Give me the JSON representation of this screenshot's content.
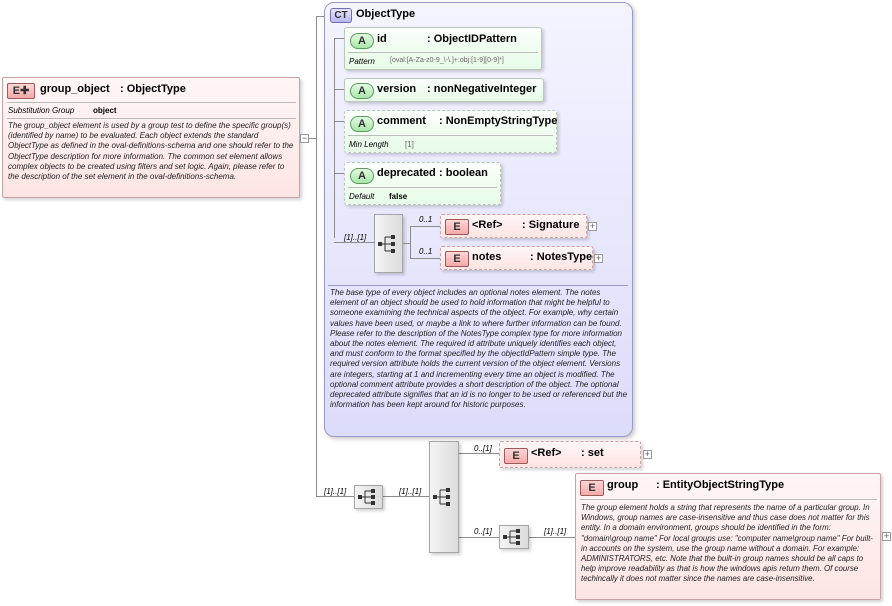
{
  "group_object": {
    "badge": "E",
    "name": "group_object",
    "type": ": ObjectType",
    "subst_key": "Substitution Group",
    "subst_val": "object",
    "doc": "The group_object element is used by a group test to define the specific group(s) (identified by name) to be evaluated. Each object extends the standard ObjectType as defined in the oval-definitions-schema and one should refer to the ObjectType description for more information. The common set element allows complex objects to be created using filters and set logic. Again, please refer to the description of the set element in the oval-definitions-schema."
  },
  "object_type": {
    "badge": "CT",
    "name": "ObjectType",
    "attributes": [
      {
        "badge": "A",
        "name": "id",
        "type": ": ObjectIDPattern",
        "facet_key": "Pattern",
        "facet_val": "[oval:[A-Za-z0-9_\\-\\.]+:obj:[1-9][0-9]*]"
      },
      {
        "badge": "A",
        "name": "version",
        "type": ": nonNegativeInteger"
      },
      {
        "badge": "A",
        "name": "comment",
        "type": ": NonEmptyStringType",
        "facet_key": "Min Length",
        "facet_val": "[1]"
      },
      {
        "badge": "A",
        "name": "deprecated",
        "type": ": boolean",
        "facet_key": "Default",
        "facet_val": "false"
      }
    ],
    "seq_card": "[1]..[1]",
    "children": [
      {
        "badge": "E",
        "name": "<Ref>",
        "type": ": Signature",
        "card": "0..1"
      },
      {
        "badge": "E",
        "name": "notes",
        "type": ": NotesType",
        "card": "0..1"
      }
    ],
    "doc": "The base type of every object includes an optional notes element. The notes element of an object should be used to hold information that might be helpful to someone examining the technical aspects of the object. For example, why certain values have been used, or maybe a link to where further information can be found. Please refer to the description of the NotesType complex type for more information about the notes element. The required id attribute uniquely identifies each object, and must conform to the format specified by the objectIdPattern simple type. The required version attribute holds the current version of the object element. Versions are integers, starting at 1 and incrementing every time an object is modified. The optional comment attribute provides a short description of the object. The optional deprecated attribute signifies that an id is no longer to be used or referenced but the information has been kept around for historic purposes."
  },
  "lower": {
    "card_choice": "[1]..[1]",
    "card_seq": "[1]..[1]",
    "set_ref": {
      "badge": "E",
      "name": "<Ref>",
      "type": ": set",
      "card": "0..[1]"
    },
    "inner_card": "0..[1]",
    "group_card": "[1]..[1]",
    "group": {
      "badge": "E",
      "name": "group",
      "type": ": EntityObjectStringType",
      "doc": "The group element holds a string that represents the name of a particular group. In Windows, group names are case-insensitive and thus case does not matter for this entity. In a domain environment, groups should be identified in the form: \"domain\\group name\" For local groups use: \"computer name\\group name\" For built-in accounts on the system, use the group name without a domain. For example: ADMINISTRATORS, etc. Note that the built-in group names should be all caps to help improve readability as that is how the windows apis return them. Of course techincally it does not matter since the names are case-insensitive."
    }
  }
}
